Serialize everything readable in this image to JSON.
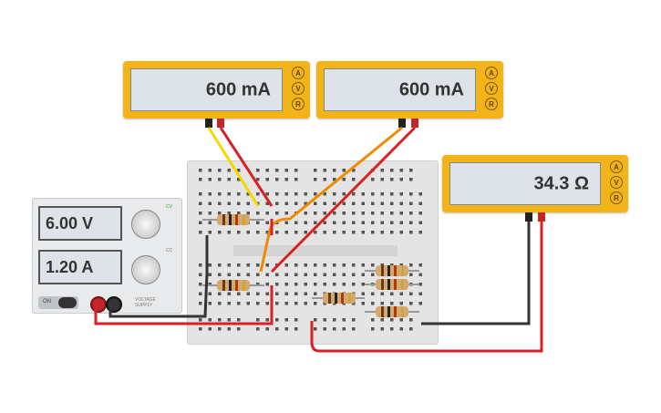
{
  "meters": [
    {
      "reading": "600 mA",
      "modes": [
        "A",
        "V",
        "R"
      ]
    },
    {
      "reading": "600 mA",
      "modes": [
        "A",
        "V",
        "R"
      ]
    },
    {
      "reading": "34.3 Ω",
      "modes": [
        "A",
        "V",
        "R"
      ]
    }
  ],
  "psu": {
    "voltage": "6.00 V",
    "current": "1.20 A",
    "on_label": "ON",
    "brand": "VOLTAGE SUPPLY",
    "cc_label": "CC",
    "cv_label": "CV"
  },
  "colors": {
    "meter_body": "#f3b41a",
    "wire_red": "#d92027",
    "wire_black": "#333333",
    "wire_yellow": "#f5d800",
    "wire_orange": "#f08a00"
  }
}
